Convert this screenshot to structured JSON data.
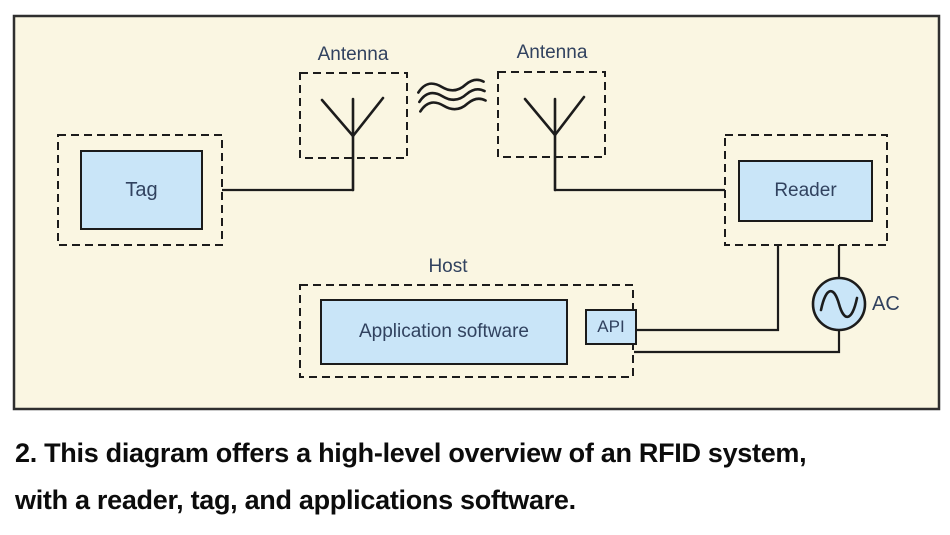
{
  "figure": {
    "panel": {
      "background": "#faf6e2",
      "border": "#2f2f2f"
    },
    "box_fill": "#c9e5f8",
    "label_color": "#31425f",
    "line_color": "#1c1c1c"
  },
  "diagram": {
    "tag": "Tag",
    "antenna_left": "Antenna",
    "antenna_right": "Antenna",
    "reader": "Reader",
    "host": "Host",
    "application_software": "Application software",
    "api": "API",
    "ac": "AC"
  },
  "caption": {
    "line1": "2. This diagram offers a high-level overview of an RFID system,",
    "line2": "with a reader, tag, and applications software."
  }
}
